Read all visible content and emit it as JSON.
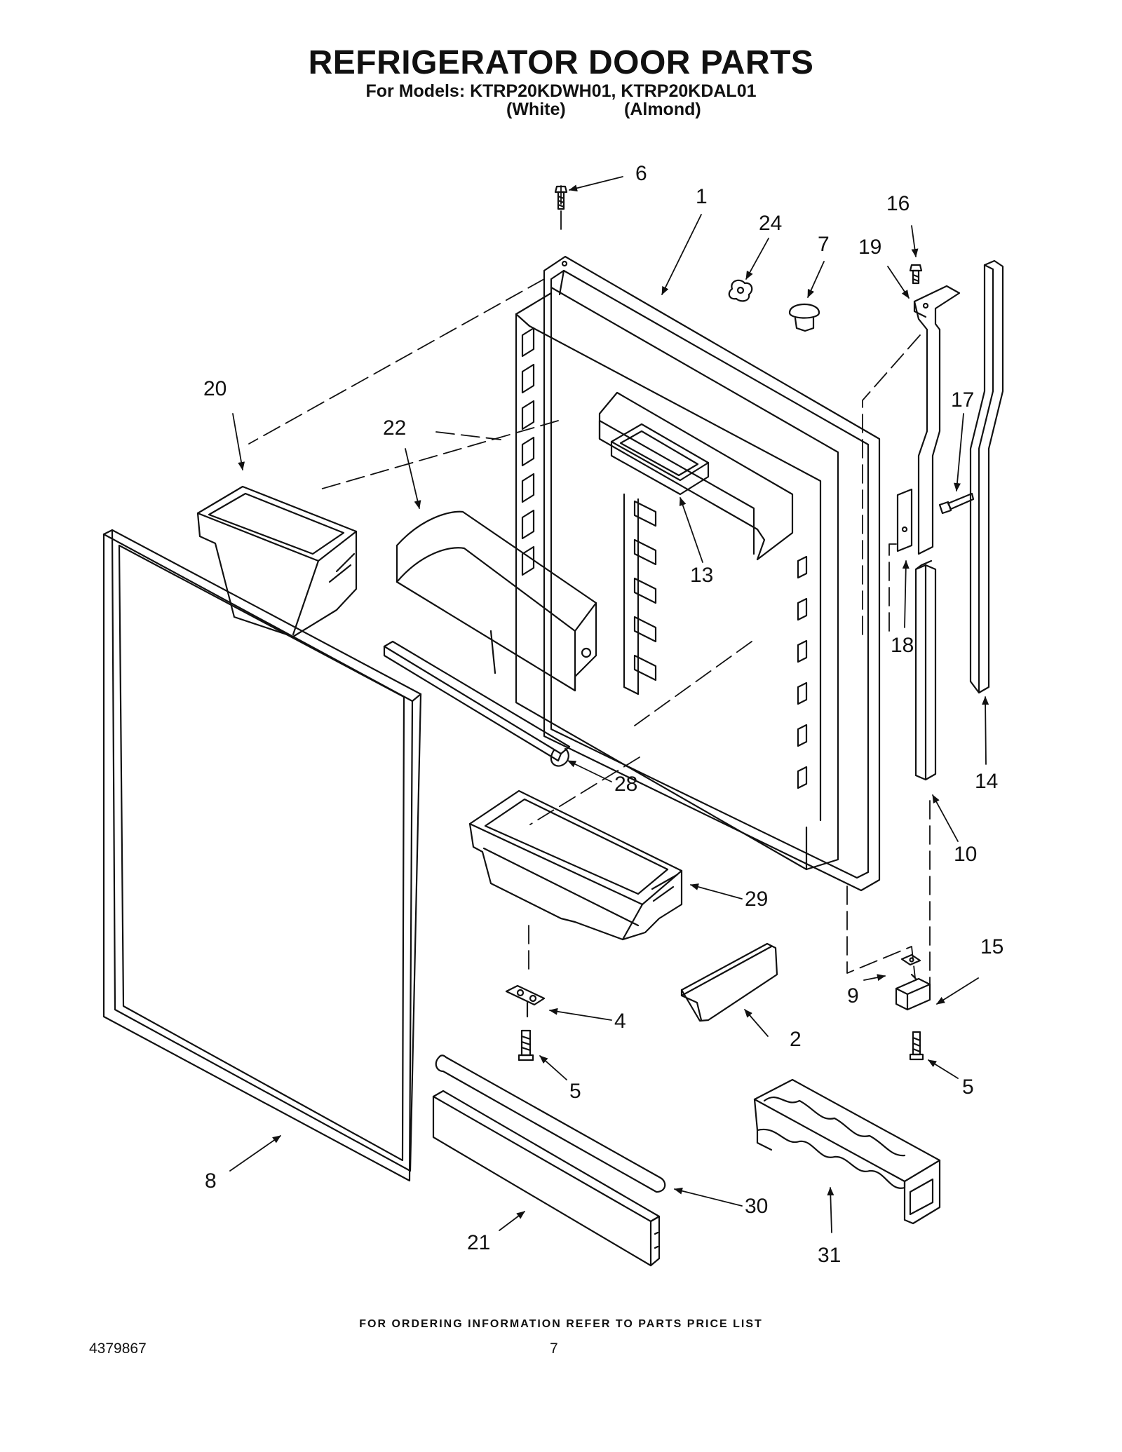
{
  "header": {
    "title": "REFRIGERATOR DOOR PARTS",
    "models_line": "For Models: KTRP20KDWH01, KTRP20KDAL01",
    "color_white": "(White)",
    "color_almond": "(Almond)"
  },
  "callouts": {
    "c1": "1",
    "c2": "2",
    "c4": "4",
    "c5a": "5",
    "c5b": "5",
    "c6": "6",
    "c7": "7",
    "c8": "8",
    "c9": "9",
    "c10": "10",
    "c13": "13",
    "c14": "14",
    "c15": "15",
    "c16": "16",
    "c17": "17",
    "c18": "18",
    "c19": "19",
    "c20": "20",
    "c21": "21",
    "c22": "22",
    "c24": "24",
    "c28": "28",
    "c29": "29",
    "c30": "30",
    "c31": "31"
  },
  "footer": {
    "ordering_note": "FOR ORDERING INFORMATION REFER TO PARTS PRICE LIST",
    "document_number": "4379867",
    "page_number": "7"
  },
  "colors": {
    "ink": "#111111",
    "background": "#ffffff"
  }
}
